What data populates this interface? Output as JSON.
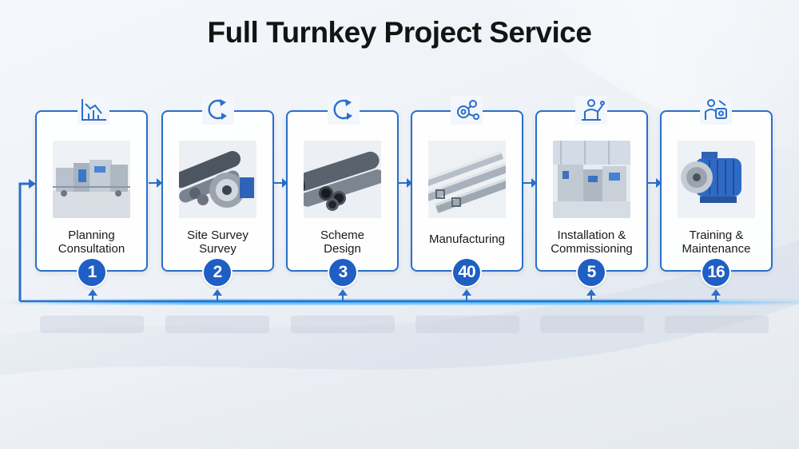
{
  "title": "Full Turnkey Project Service",
  "colors": {
    "accent": "#2a6fc9",
    "badge": "#1f5fc4",
    "glow": "#3fb1ff"
  },
  "steps": [
    {
      "number": "1",
      "label_lines": [
        "Planning",
        "Consultation"
      ],
      "icon": "chart-icon",
      "photo": "machinery-photo"
    },
    {
      "number": "2",
      "label_lines": [
        "Site Survey",
        "Survey"
      ],
      "icon": "cycle-arrow-icon",
      "photo": "pipes-gear-photo"
    },
    {
      "number": "3",
      "label_lines": [
        "Scheme",
        "Design"
      ],
      "icon": "cycle-arrow-icon",
      "photo": "pipes-photo"
    },
    {
      "number": "40",
      "label_lines": [
        "Manufacturing"
      ],
      "icon": "gear-network-icon",
      "photo": "aluminum-profiles-photo"
    },
    {
      "number": "5",
      "label_lines": [
        "Installation &",
        "Commissioning"
      ],
      "icon": "worker-icon",
      "photo": "factory-line-photo"
    },
    {
      "number": "16",
      "label_lines": [
        "Training &",
        "Maintenance"
      ],
      "icon": "training-icon",
      "photo": "electric-motor-photo"
    }
  ]
}
